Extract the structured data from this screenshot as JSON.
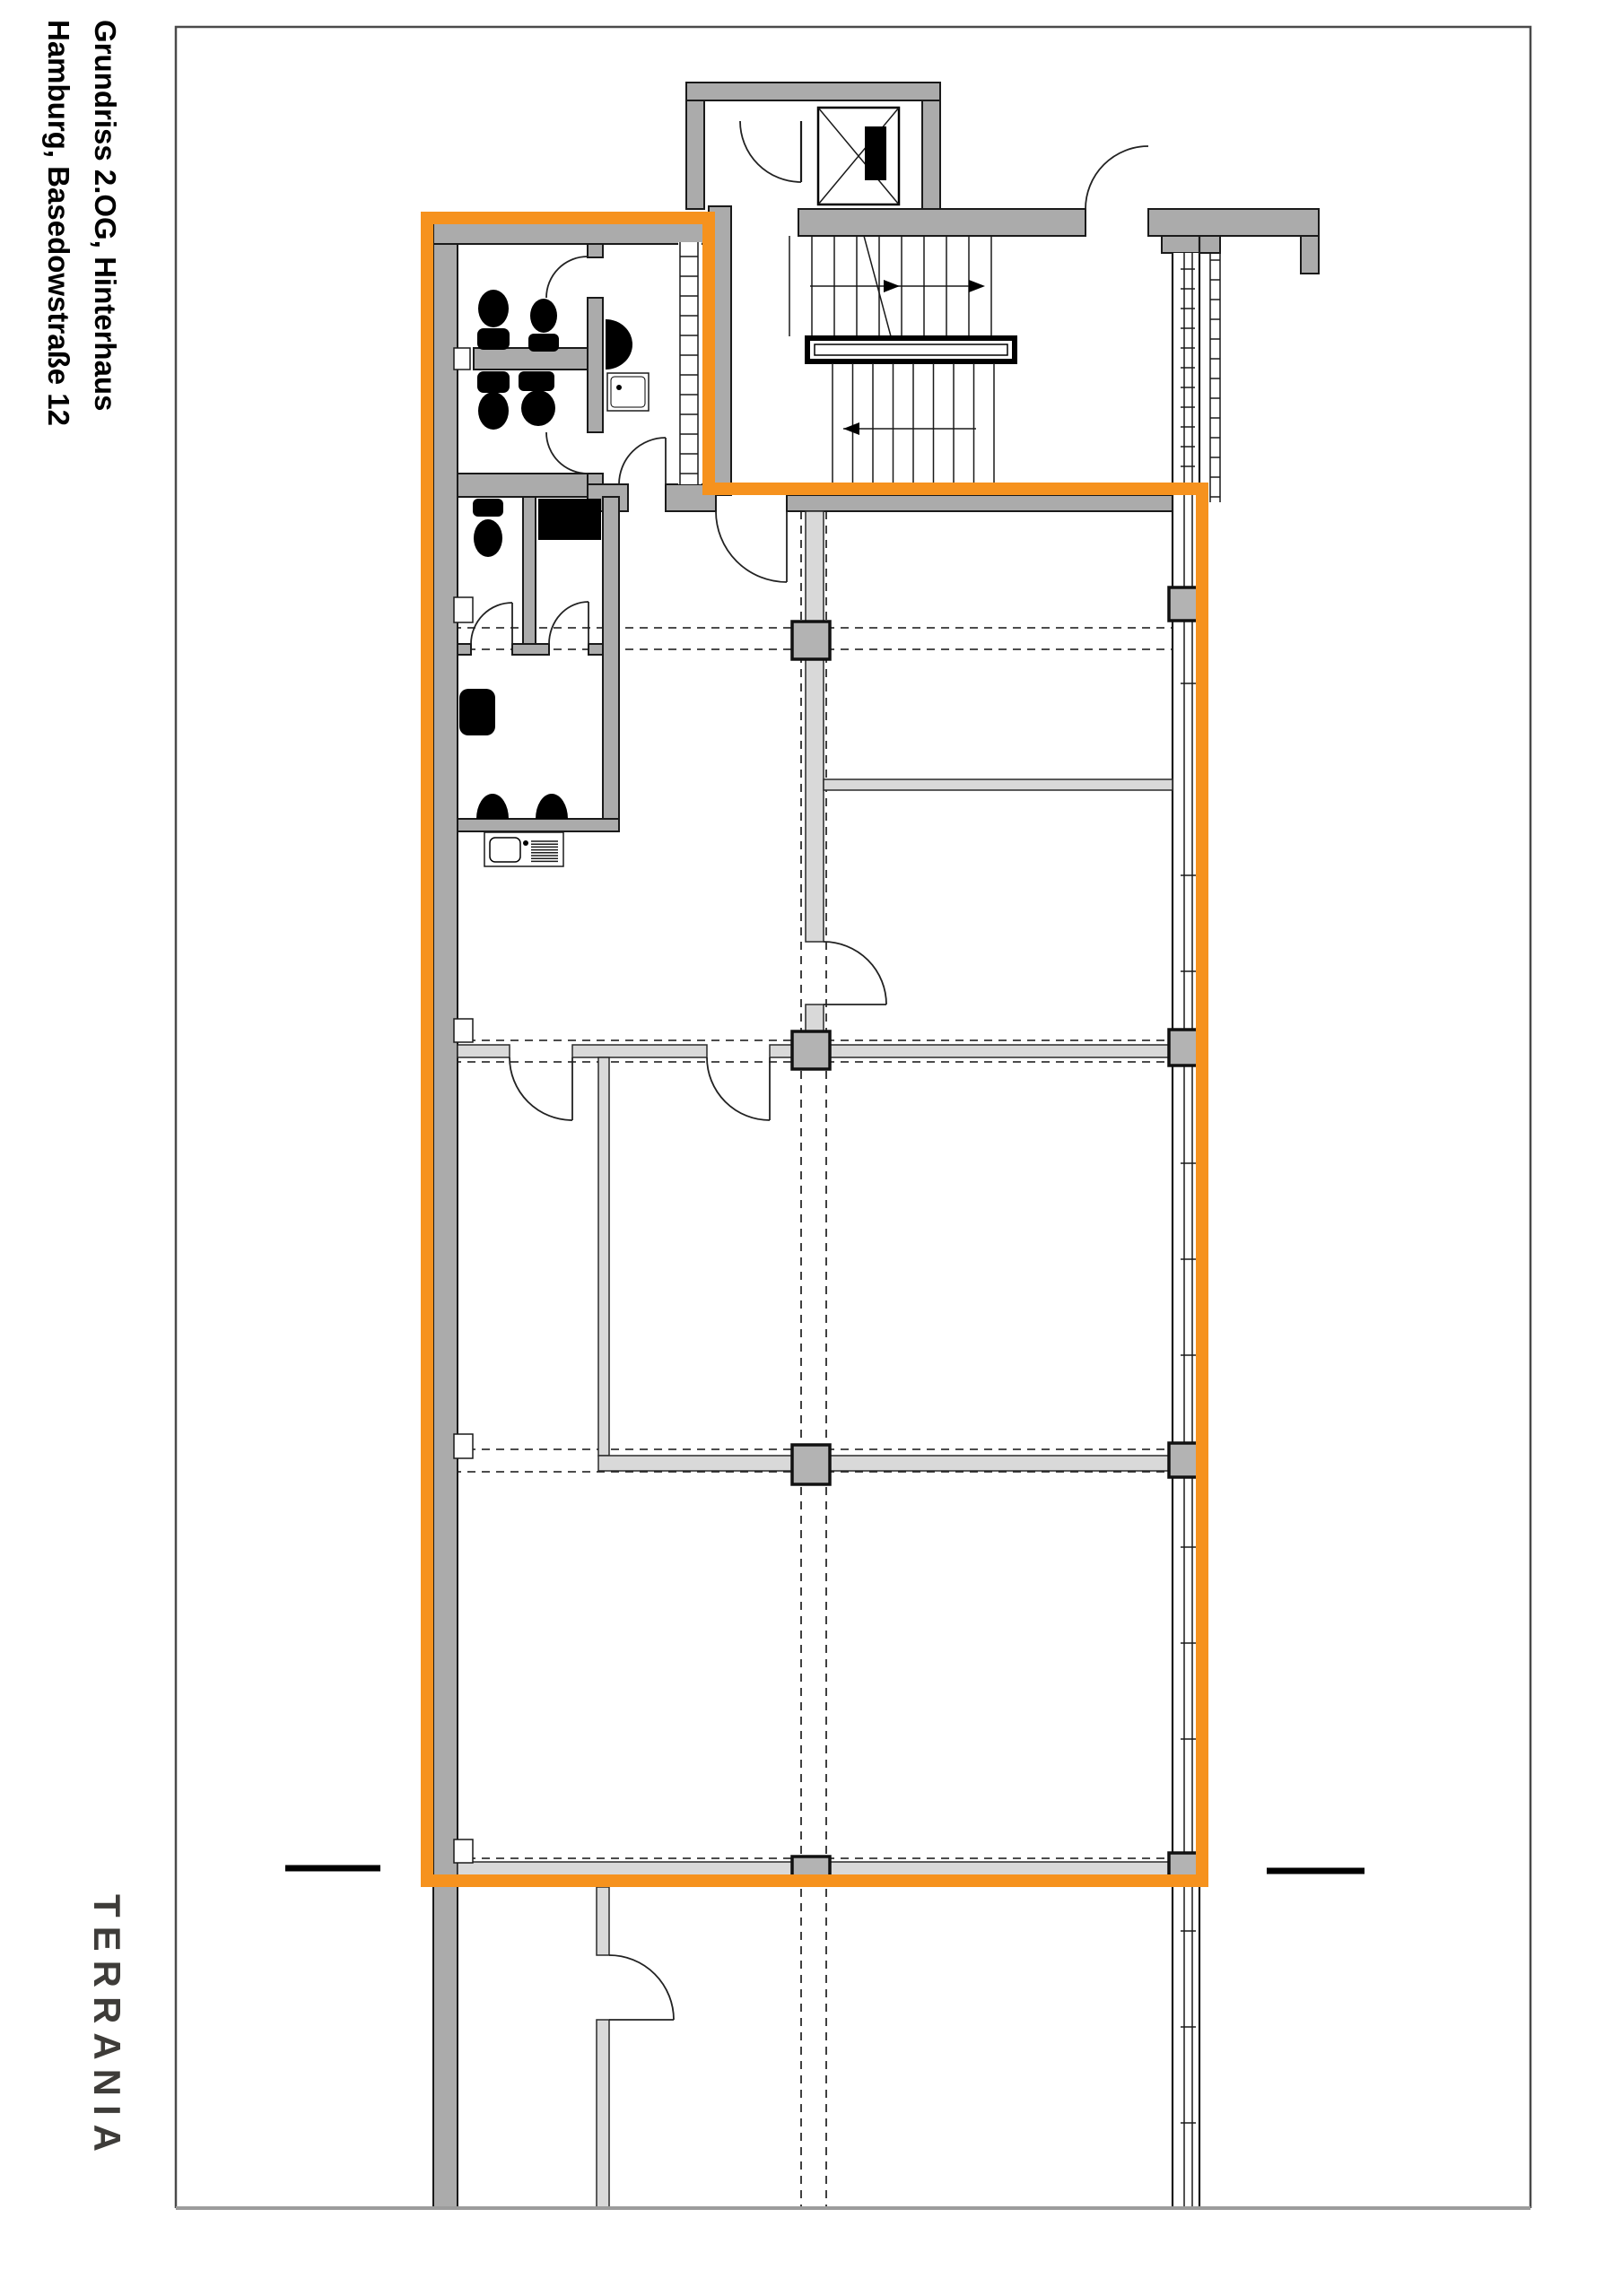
{
  "sheet": {
    "title_line1": "Hamburg, Basedowstraße 12",
    "title_line2": "Grundriss 2.OG, Hinterhaus",
    "brand": "TERRANIA"
  },
  "colors": {
    "accent": "#F6921E",
    "wall": "#ABABAB",
    "partition": "#D9D9D9",
    "column": "#B3B3B3",
    "line": "#1A1A1A",
    "brand_text": "#3E3C39",
    "frame": "#4A4A4A",
    "cut": "#9C9C9C",
    "fixture": "#000000",
    "paper": "#FFFFFF"
  }
}
